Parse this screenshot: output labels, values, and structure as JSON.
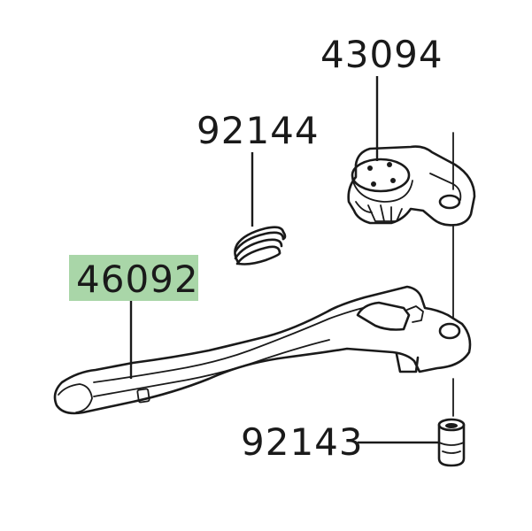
{
  "parts": [
    {
      "number": "43094",
      "highlighted": false
    },
    {
      "number": "92144",
      "highlighted": false
    },
    {
      "number": "46092",
      "highlighted": true
    },
    {
      "number": "92143",
      "highlighted": false
    }
  ],
  "highlight_color": "#a9d6a8"
}
